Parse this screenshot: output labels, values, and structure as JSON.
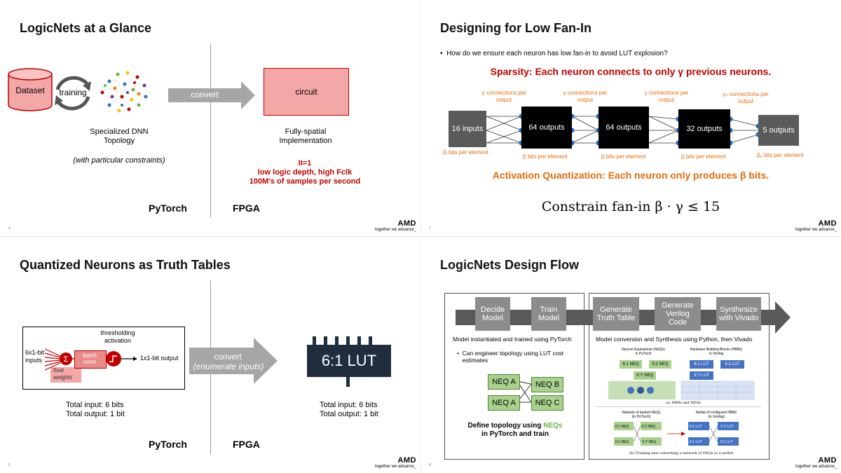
{
  "brand": {
    "logo": "AMD",
    "tagline": "together we advance_"
  },
  "q1": {
    "title": "LogicNets at a Glance",
    "dataset": "Dataset",
    "training": "training",
    "dnn_caption": "Specialized DNN\nTopology",
    "constraints": "(with particular constraints)",
    "convert": "convert",
    "circuit": "circuit",
    "impl_caption": "Fully-spatial\nImplementation",
    "red_lines": [
      "II=1",
      "low logic depth, high Fclk",
      "100M's of samples per second"
    ],
    "left_label": "PyTorch",
    "right_label": "FPGA",
    "page": "4"
  },
  "q2": {
    "title": "Designing for Low Fan-In",
    "bullet": "How do we ensure each neuron has low fan-in to avoid LUT explosion?",
    "sparsity": "Sparsity: Each neuron connects to only γ previous neurons.",
    "conn_labels": [
      "γᵢ connections per output",
      "γ connections per output",
      "γ connections per output",
      "γₒ connections per output"
    ],
    "boxes": [
      "16 inputs",
      "64 outputs",
      "64 outputs",
      "32 outputs",
      "5 outputs"
    ],
    "bit_labels": [
      "βᵢ bits per element",
      "β bits per element",
      "β bits per element",
      "β bits per element",
      "βₒ bits per element"
    ],
    "activation": "Activation Quantization: Each neuron only produces β bits.",
    "constrain": "Constrain fan-in β · γ ≤ 15",
    "page": "7"
  },
  "q3": {
    "title": "Quantized Neurons as Truth Tables",
    "thresholding": "thresholding\nactivation",
    "inputs": "6x1-bit\ninputs",
    "batch_norm": "batch\nnorm",
    "float_weights": "float\nweights",
    "output": "1x1-bit output",
    "convert": "convert",
    "enumerate": "(enumerate inputs)",
    "lut": "6:1 LUT",
    "left_totals": [
      "Total input: 6 bits",
      "Total output: 1 bit"
    ],
    "right_totals": [
      "Total input: 6 bits",
      "Total output: 1 bit"
    ],
    "left_label": "PyTorch",
    "right_label": "FPGA",
    "page": "5"
  },
  "q4": {
    "title": "LogicNets Design Flow",
    "steps": [
      "Decide\nModel",
      "Train\nModel",
      "Generate\nTruth Table",
      "Generate\nVerilog\nCode",
      "Synthesize\nwith Vivado"
    ],
    "left_desc": "Model instantiated and trained using PyTorch",
    "left_bullet": "Can engineer topology using LUT cost estimates",
    "neqs": [
      "NEQ A",
      "NEQ A",
      "NEQ B",
      "NEQ C"
    ],
    "define_line1": "Define topology using ",
    "define_neqs": "NEQs",
    "define_line2": "in PyTorch and train",
    "right_desc": "Model conversion and Synthesis using Python, then Vivado",
    "fig_left_head": "Neuron Equivalents (NEQs)\nin PyTorch",
    "fig_right_head": "Hardware Building Blocks (HBBs)\nin Verilog",
    "fig_small_neqs": [
      "6:1 NEQ",
      "5:2 NEQ",
      "X:Y NEQ"
    ],
    "fig_small_luts": [
      "6:1 LUT",
      "5:2 LUT",
      "X:Y LUT"
    ],
    "fig_caption_a": "(a) HBBs and NEQs",
    "fig_mid_left": "Network of trained NEQs\n(in PyTorch)",
    "fig_mid_right": "Netlist of configured HBBs\n(in Verilog)",
    "fig_caption_b": "(b) Training and converting a network of NEQs to a netlist",
    "page": "8"
  },
  "colors": {
    "red": "#c00000",
    "orange": "#e46c0a",
    "pink": "#f4a7a7",
    "gray": "#8c8c8c",
    "green": "#a9d18e",
    "blue": "#4472c4"
  }
}
